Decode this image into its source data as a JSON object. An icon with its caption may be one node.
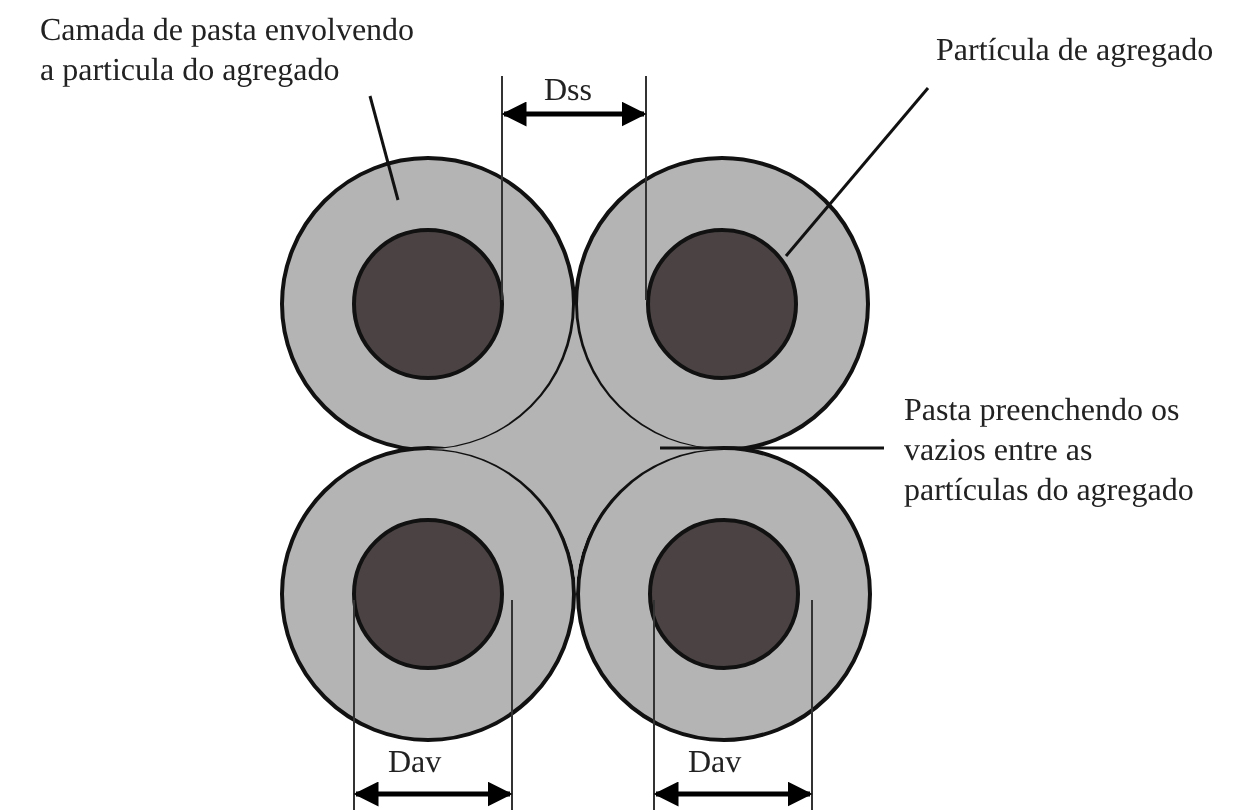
{
  "diagram": {
    "nodes": [
      {
        "text": [
          "Camada de pasta envolvendo a particula do agregado"
        ]
      },
      {
        "text": [
          "Partícula de agregado"
        ]
      },
      {
        "text": [
          "Pasta preenchendo os vazios entre as partículas do agregado"
        ]
      },
      {
        "text": [],
        "shape": "box"
      },
      {
        "text": [],
        "shape": "circle"
      },
      {
        "text": [],
        "shape": "circle"
      },
      {
        "text": [],
        "shape": "circle"
      },
      {
        "text": [],
        "shape": "circle"
      },
      {
        "text": [],
        "shape": "circle",
        "in": 4
      },
      {
        "text": [],
        "shape": "circle",
        "in": 5
      },
      {
        "text": [],
        "shape": "circle",
        "in": 6
      },
      {
        "text": [],
        "shape": "circle",
        "in": 7
      }
    ],
    "edges": [
      {
        "from": 0,
        "to": 4,
        "arrow": "none"
      },
      {
        "from": 1,
        "to": 9,
        "arrow": "none"
      },
      {
        "from": 2,
        "to": 3,
        "arrow": "none"
      }
    ],
    "labels": [
      "Dss",
      "Dav",
      "Dav"
    ]
  }
}
